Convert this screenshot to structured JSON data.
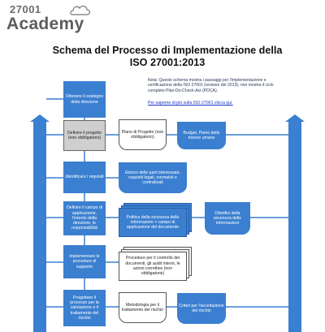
{
  "logo": {
    "top": "27001",
    "main": "Academy"
  },
  "title": {
    "line1": "Schema del Processo di Implementazione della",
    "line2": "ISO 27001:2013"
  },
  "note": {
    "text": "Nota: Questo schema mostra i passaggi per l'implementazione e certificazione della ISO 27001 (revision del 2013); non mostra il ciclo completo Plan-Do-Check-Act (PDCA).",
    "link": "Per saperne di più sulla ISO 27001 clicca qui."
  },
  "steps": {
    "s1": "Ottenere il sostegno della direzione",
    "s2": "Definire il progetto (non obbligatorio)",
    "s3": "Identificare i requisiti",
    "s4": "Definire il campo di applicazione, l'intento della direzione, le responsabilità",
    "s5": "Implementare le procedure di supporto",
    "s6": "Progettare il processo per la valutazione e il trattamento del rischio"
  },
  "documents": {
    "d1": "Piano di Progetto (non obbligatorio)",
    "d2": "Elenco delle parti interessate, requisiti legali, normativi e contrattuali",
    "d3": "Politica della sicurezza delle informazioni + campo di applicazione del documento",
    "d4": "Procedure per il controllo dei documenti, gli audit interni, le azioni correttive (non obbligatorie)",
    "d5": "Metodologia per il trattamento del rischio"
  },
  "outputs": {
    "o1": "Budget, Piano delle risorse umane",
    "o2": "Obiettivi della sicurezza delle informazioni",
    "o3": "Criteri per l'accettazione del rischio"
  },
  "colors": {
    "blue": "#3b7fd0",
    "grey": "#cfcfcf",
    "text": "#111111",
    "link": "#1a33c8"
  }
}
